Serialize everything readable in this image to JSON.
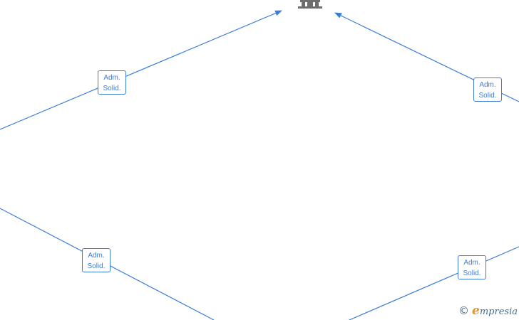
{
  "diagram": {
    "edge_color": "#3b7dd8",
    "center_node_icon": "building-icon",
    "edges": [
      {
        "name": "edge-upper-left",
        "label_line1": "Adm.",
        "label_line2": "Solid."
      },
      {
        "name": "edge-upper-right",
        "label_line1": "Adm.",
        "label_line2": "Solid."
      },
      {
        "name": "edge-lower-left",
        "label_line1": "Adm.",
        "label_line2": "Solid."
      },
      {
        "name": "edge-lower-right",
        "label_line1": "Adm.",
        "label_line2": "Solid."
      }
    ]
  },
  "watermark": {
    "copyright": "©",
    "brand_initial": "e",
    "brand_rest": "mpresia",
    "brand_color": "#3b6f95",
    "accent_color": "#e8961e"
  }
}
